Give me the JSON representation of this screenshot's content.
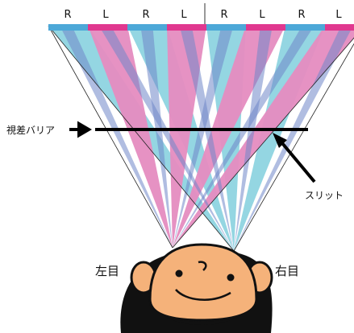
{
  "diagram": {
    "pixel_labels": [
      "R",
      "L",
      "R",
      "L",
      "R",
      "L",
      "R",
      "L"
    ],
    "parallax_barrier_label": "視差バリア",
    "slit_label": "スリット",
    "left_eye_label": "左目",
    "right_eye_label": "右目",
    "colors": {
      "right_pixel": "#4da8d8",
      "left_pixel": "#e0388f",
      "right_view": "#8ed4e0",
      "left_view": "#e58cc0",
      "overlap": "#6f86c8",
      "face": "#f5b27a",
      "hair": "#111111"
    }
  }
}
